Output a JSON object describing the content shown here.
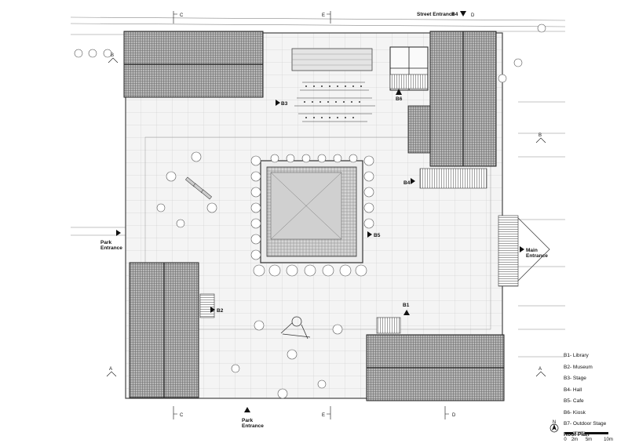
{
  "plan": {
    "title": "Roof Plan",
    "north_label": "N",
    "scale": {
      "ticks": [
        "0",
        "2m",
        "5m",
        "10m"
      ]
    },
    "legend": [
      {
        "code": "B1",
        "name": "B1- Library"
      },
      {
        "code": "B2",
        "name": "B2- Museum"
      },
      {
        "code": "B3",
        "name": "B3- Stage"
      },
      {
        "code": "B4",
        "name": "B4- Hall"
      },
      {
        "code": "B5",
        "name": "B5- Cafe"
      },
      {
        "code": "B6",
        "name": "B6- Kiosk"
      },
      {
        "code": "B7",
        "name": "B7- Outdoor Stage"
      }
    ],
    "entrances": {
      "street": "Street Entrance",
      "park_left": "Park Entrance",
      "park_bottom": "Park Entrance",
      "main": "Main Entrance"
    },
    "building_tags": {
      "b1": "B1",
      "b2": "B2",
      "b3": "B3",
      "b4_top": "B4",
      "b4_side": "B4",
      "b5": "B5",
      "b6": "B6"
    },
    "sections": {
      "a": "A",
      "b": "B",
      "c": "C",
      "d": "D",
      "e": "E"
    },
    "colors": {
      "roof": "#9a9a9a",
      "ground": "#f2f2f2",
      "line": "#222222"
    }
  }
}
